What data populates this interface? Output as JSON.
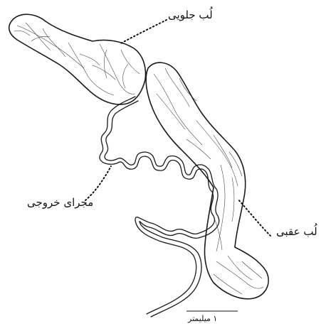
{
  "labels": {
    "anterior_lobe": "لُب جلویی",
    "outlet_duct": "مجرای خروجی",
    "posterior_lobe": "لُب عقبی"
  },
  "scale_bar": {
    "label": "۱ میلیمتر"
  }
}
